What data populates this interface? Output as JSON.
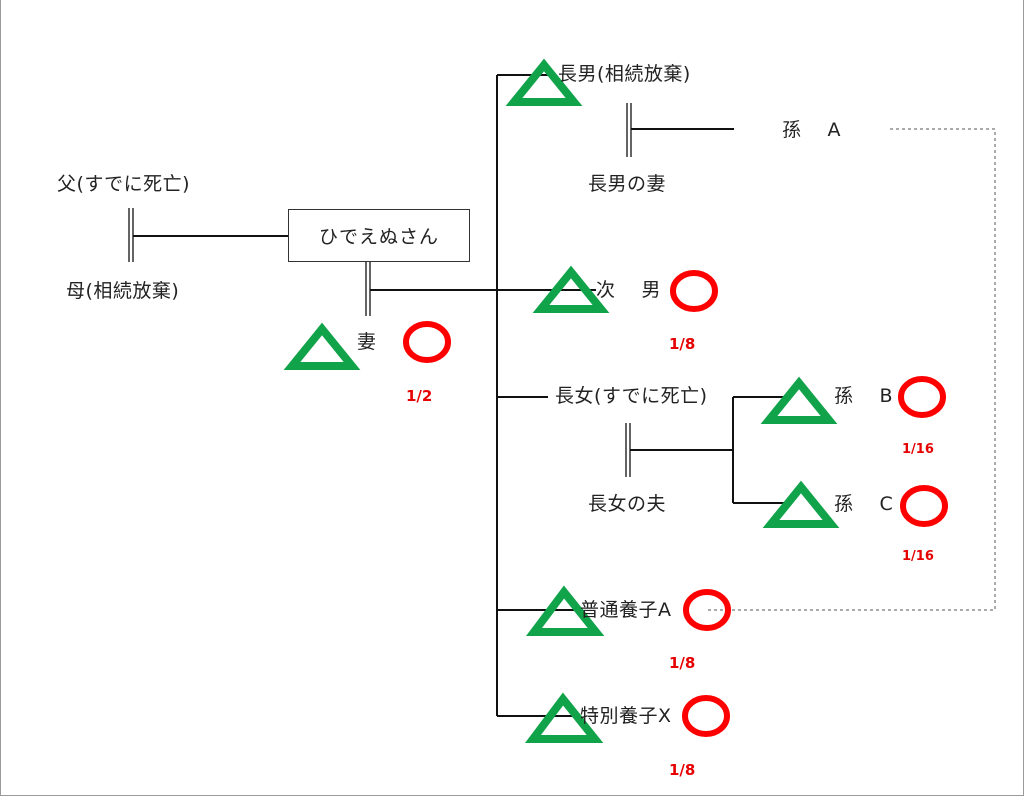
{
  "colors": {
    "line": "#111111",
    "triangle": "#11a34a",
    "circle": "#ff0000",
    "fraction": "#e60000",
    "dashed": "#555555"
  },
  "icons": {
    "triangle": "green-triangle-icon",
    "circle": "red-circle-icon"
  },
  "people": {
    "main": "ひでえぬさん",
    "father": "父(すでに死亡)",
    "mother": "母(相続放棄)",
    "wife": "妻",
    "eldest_son": "長男(相続放棄)",
    "eldest_son_wife": "長男の妻",
    "grandchild_a": "孫　 A",
    "second_son": "次　 男",
    "eldest_daughter": "長女(すでに死亡)",
    "eldest_daughter_husband": "長女の夫",
    "grandchild_b": "孫　 B",
    "grandchild_c": "孫　 C",
    "adopted_a": "普通養子A",
    "adopted_x": "特別養子X"
  },
  "shares": {
    "wife": "1/2",
    "second_son": "1/8",
    "grandchild_b": "1/16",
    "grandchild_c": "1/16",
    "adopted_a": "1/8",
    "adopted_x": "1/8"
  }
}
